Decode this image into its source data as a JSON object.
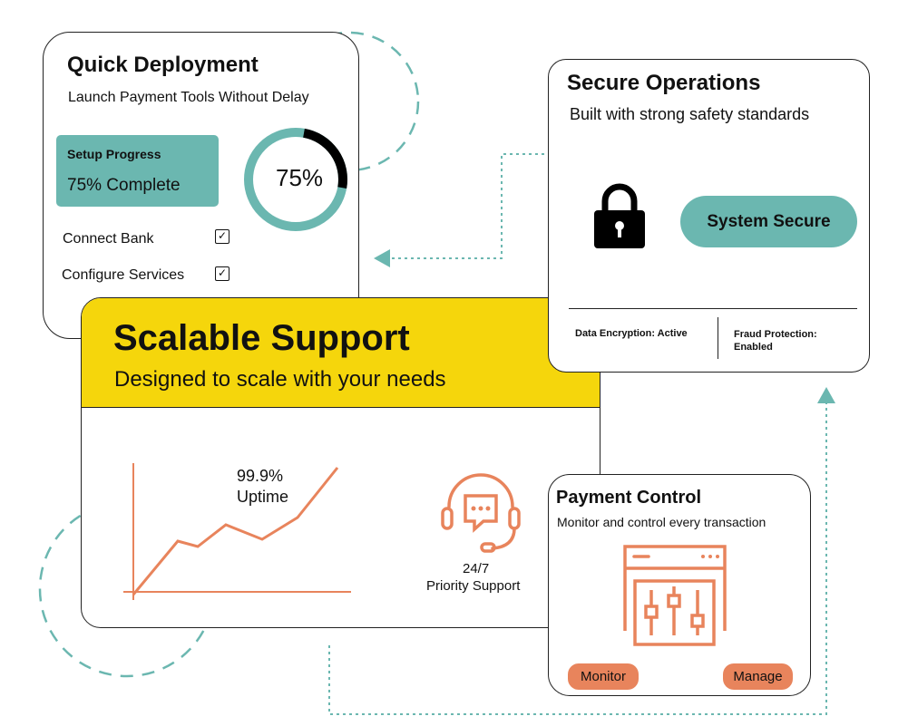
{
  "colors": {
    "teal": "#6bb7b0",
    "yellow": "#f5d60c",
    "orange": "#e8845c"
  },
  "quick_deployment": {
    "title": "Quick Deployment",
    "subtitle": "Launch Payment Tools Without Delay",
    "progress_label": "Setup Progress",
    "progress_text": "75% Complete",
    "ring_label": "75%",
    "progress_percent": 75,
    "checklist": [
      {
        "label": "Connect Bank",
        "checked": true
      },
      {
        "label": "Configure Services",
        "checked": true
      }
    ]
  },
  "secure_operations": {
    "title": "Secure Operations",
    "subtitle": "Built with strong safety standards",
    "status_button": "System Secure",
    "encryption": "Data Encryption: Active",
    "fraud": "Fraud Protection: Enabled"
  },
  "scalable_support": {
    "title": "Scalable Support",
    "subtitle": "Designed to scale with your needs",
    "uptime_value": "99.9%",
    "uptime_label": "Uptime",
    "support_hours": "24/7",
    "support_label": "Priority Support"
  },
  "payment_control": {
    "title": "Payment Control",
    "subtitle": "Monitor and control every transaction",
    "monitor_button": "Monitor",
    "manage_button": "Manage"
  }
}
